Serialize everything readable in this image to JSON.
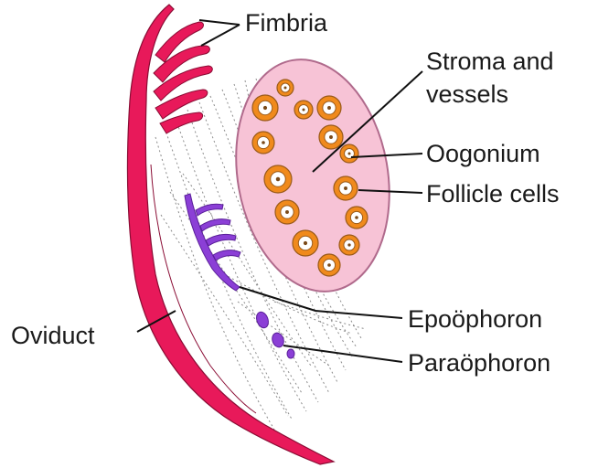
{
  "labels": {
    "fimbria": "Fimbria",
    "stroma_line1": "Stroma and",
    "stroma_line2": "vessels",
    "oogonium": "Oogonium",
    "follicle_cells": "Follicle cells",
    "oviduct": "Oviduct",
    "epoophoron": "Epoöphoron",
    "paraophoron": "Paraöphoron"
  },
  "colors": {
    "oviduct": "#e8195a",
    "ovary_fill": "#f7c3d6",
    "ovary_stroke": "#b06a8c",
    "follicle_ring": "#f08a1c",
    "follicle_outline": "#9a5a1a",
    "oogonium": "#ffffff",
    "epoophoron": "#8b3fd6",
    "ligament_lines": "#555555",
    "leader_lines": "#111111"
  }
}
